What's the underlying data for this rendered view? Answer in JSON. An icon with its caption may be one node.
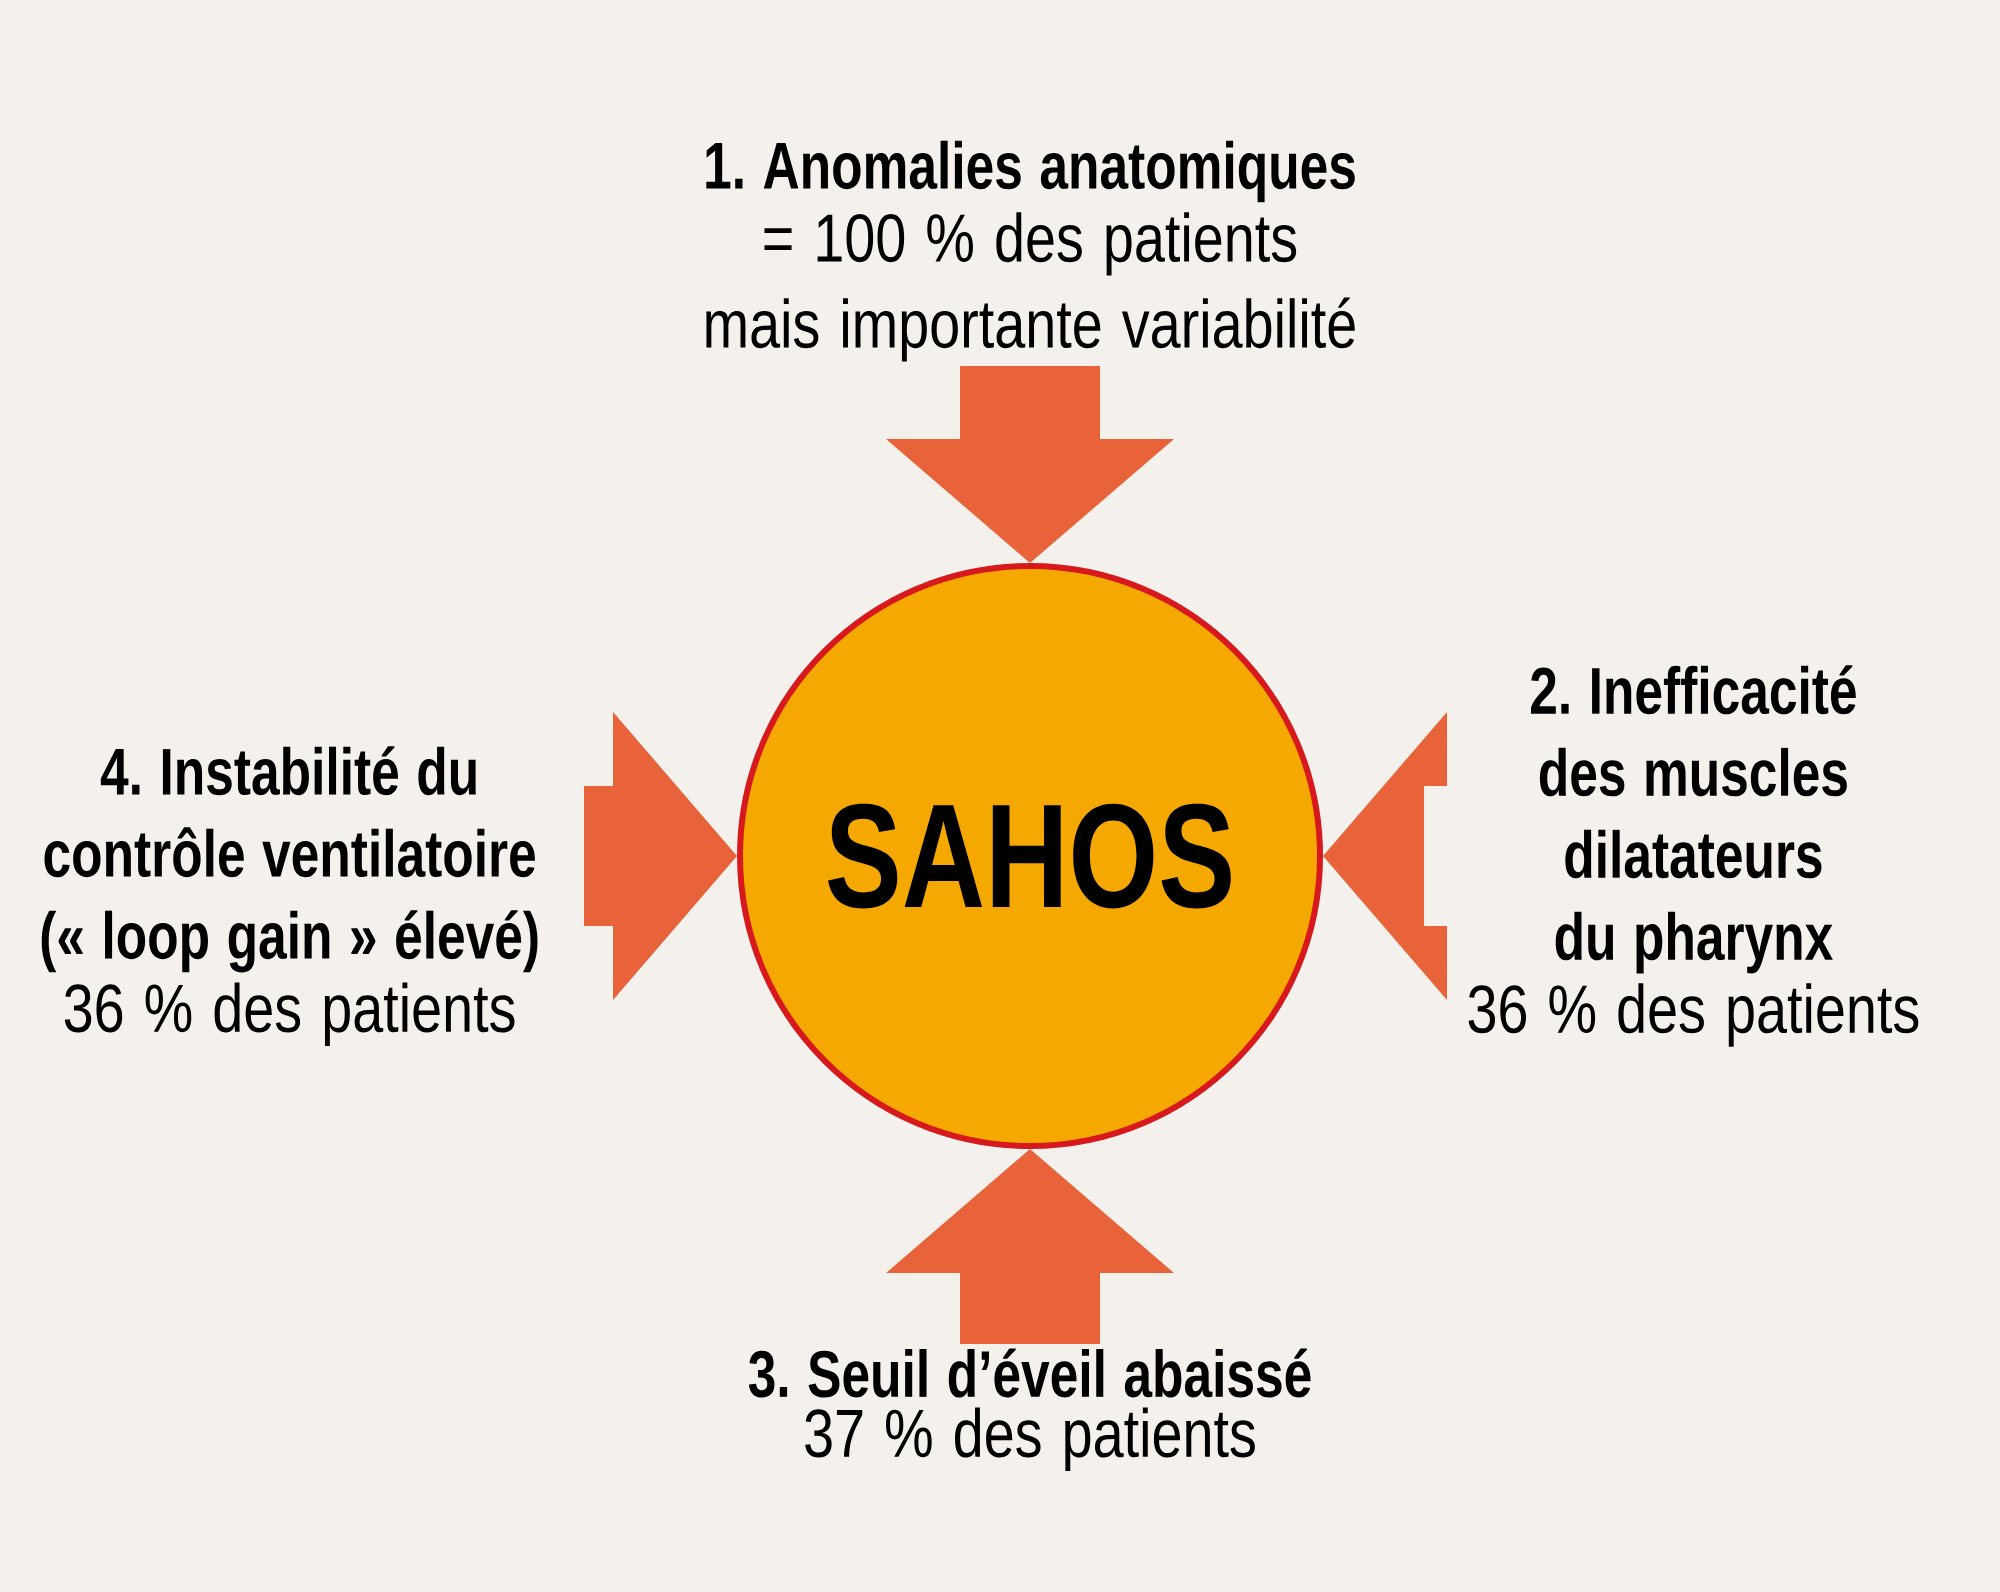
{
  "diagram": {
    "nodes": [
      {
        "text": [
          "SAHOS"
        ]
      },
      {
        "text": [
          "1. Anomalies anatomiques",
          "= 100 % des patients mais importante variabilité"
        ]
      },
      {
        "text": [
          "2. Inefficacité des muscles dilatateurs du pharynx",
          "36 % des patients"
        ]
      },
      {
        "text": [
          "3. Seuil d’éveil abaissé",
          "37 % des patients"
        ]
      },
      {
        "text": [
          "4. Instabilité du contrôle ventilatoire (« loop gain » élevé)",
          "36 % des patients"
        ]
      }
    ],
    "edges": [
      {
        "from": 1,
        "to": 0,
        "arrow": "to"
      },
      {
        "from": 2,
        "to": 0,
        "arrow": "to"
      },
      {
        "from": 3,
        "to": 0,
        "arrow": "to"
      },
      {
        "from": 4,
        "to": 0,
        "arrow": "to"
      }
    ]
  }
}
